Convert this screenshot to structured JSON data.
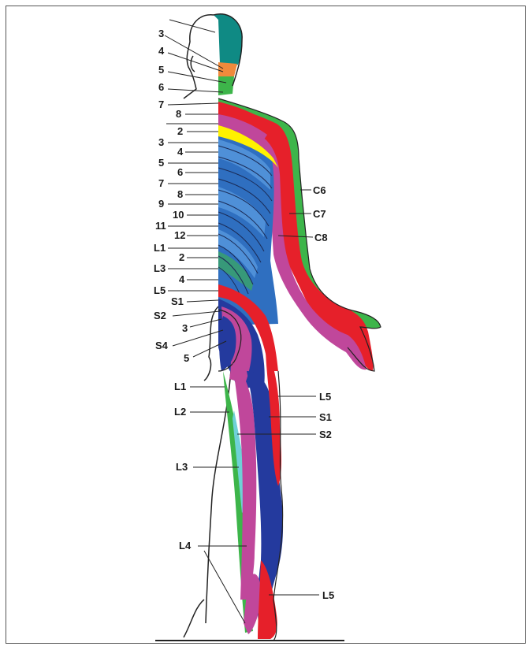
{
  "figure": {
    "colors": {
      "teal": "#0f8a84",
      "orange": "#f08a3c",
      "green": "#3db54a",
      "red": "#e6202a",
      "magenta": "#c0479b",
      "yellow": "#fff200",
      "blue": "#2f6fc0",
      "lightblue": "#5b9be0",
      "navy": "#243a9e",
      "cyan": "#6fd1d6",
      "outline": "#222222"
    },
    "labels": {
      "head_3": "3",
      "head_4": "4",
      "head_5": "5",
      "head_6": "6",
      "head_7": "7",
      "t_8": "8",
      "t_2": "2",
      "t_3": "3",
      "t_4": "4",
      "t_5": "5",
      "t_6": "6",
      "t_7": "7",
      "t_8b": "8",
      "t_9": "9",
      "t_10": "10",
      "t_11": "11",
      "t_12": "12",
      "l_1": "L1",
      "l_2": "2",
      "l_3": "L3",
      "l_4": "4",
      "l_5": "L5",
      "s_1": "S1",
      "s_2": "S2",
      "s_3": "3",
      "s_4": "S4",
      "s_5": "5",
      "leg_l1": "L1",
      "leg_l2": "L2",
      "leg_l3": "L3",
      "leg_l4": "L4",
      "arm_c6": "C6",
      "arm_c7": "C7",
      "arm_c8": "C8",
      "leg_l5": "L5",
      "leg_s1": "S1",
      "leg_s2": "S2",
      "foot_l5": "L5"
    }
  }
}
